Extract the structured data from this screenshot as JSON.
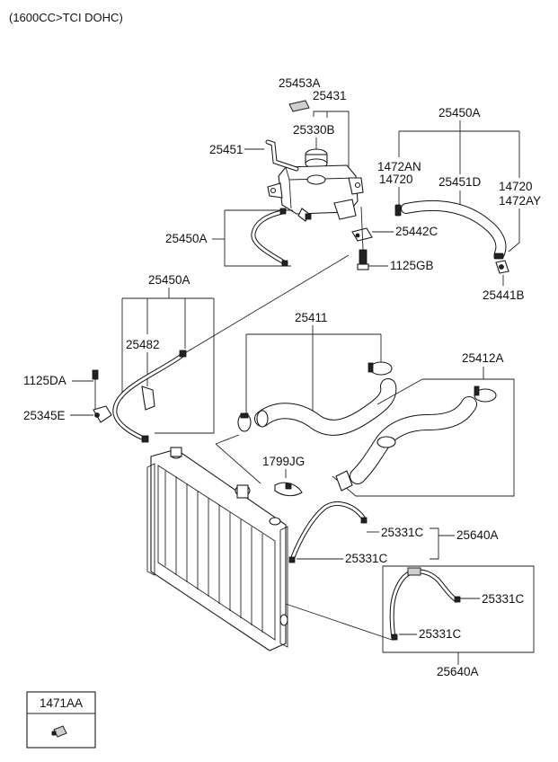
{
  "header": {
    "engine_note": "(1600CC>TCI DOHC)"
  },
  "labels": {
    "p25453A": "25453A",
    "p25431": "25431",
    "p25330B": "25330B",
    "p25451": "25451",
    "p25450A_top": "25450A",
    "p1472AN": "1472AN",
    "p14720_left": "14720",
    "p25451D": "25451D",
    "p14720_right": "14720",
    "p1472AY": "1472AY",
    "p25450A_reservoir": "25450A",
    "p25442C": "25442C",
    "p1125GB": "1125GB",
    "p25441B": "25441B",
    "p25450A_mid": "25450A",
    "p25482": "25482",
    "p1125DA": "1125DA",
    "p25345E": "25345E",
    "p25411": "25411",
    "p25412A": "25412A",
    "p1799JG": "1799JG",
    "p25331C_a": "25331C",
    "p25640A_upper": "25640A",
    "p25331C_b": "25331C",
    "p25331C_c": "25331C",
    "p25331C_d": "25331C",
    "p25640A_lower": "25640A",
    "p1471AA": "1471AA"
  }
}
